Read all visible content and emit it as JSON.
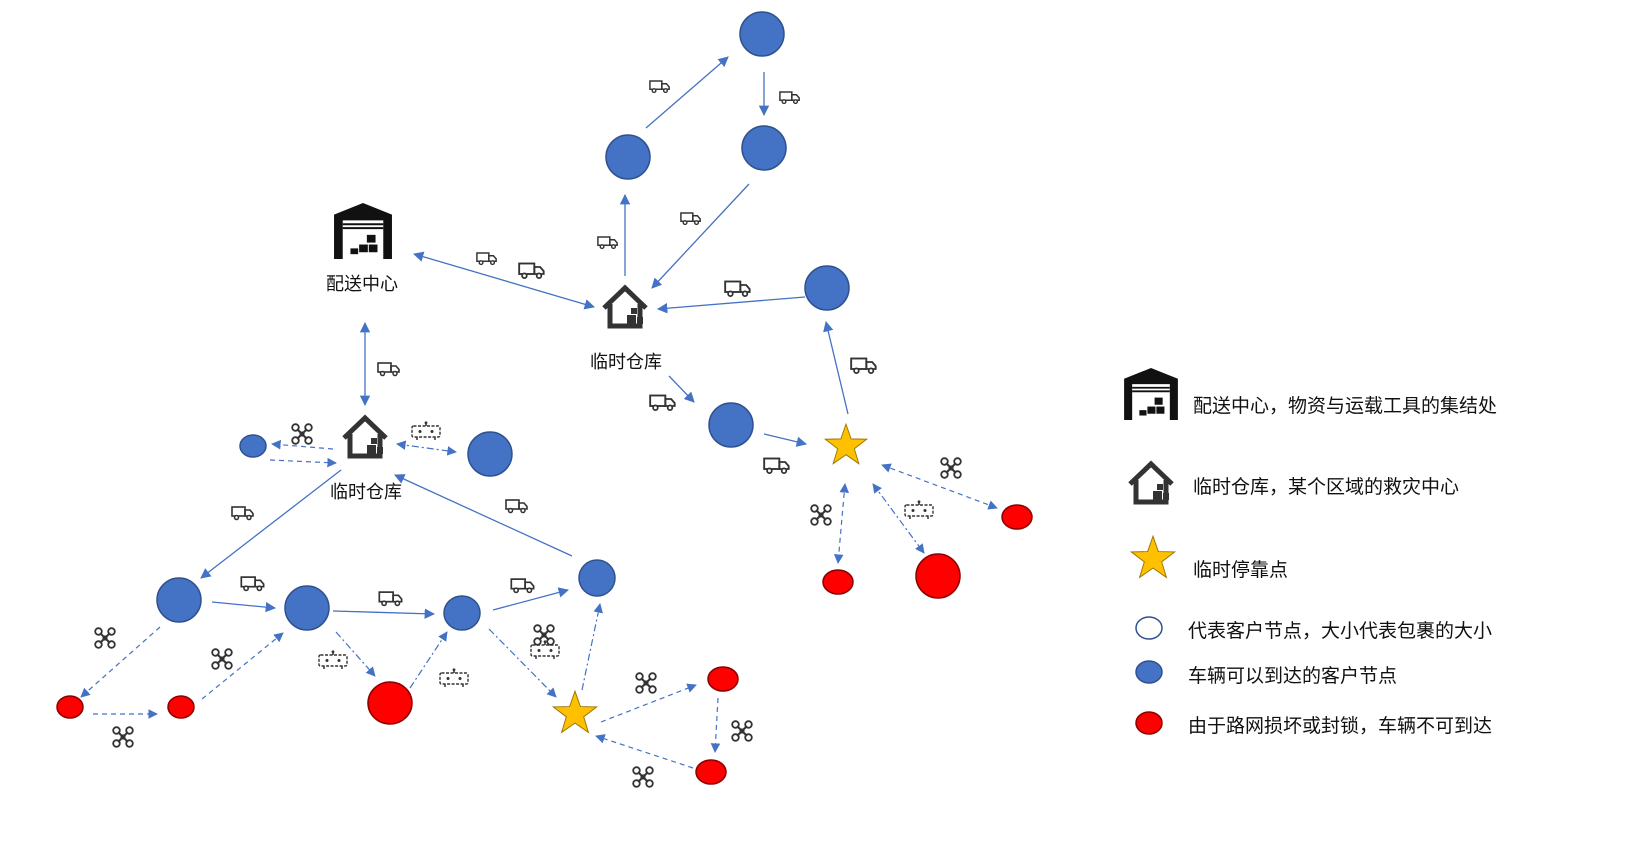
{
  "labels": {
    "distribution_center": "配送中心",
    "temp_warehouse": "临时仓库"
  },
  "legend": {
    "dc": "配送中心，物资与运载工具的集结处",
    "wh": "临时仓库，某个区域的救灾中心",
    "stop": "临时停靠点",
    "customer": "代表客户节点，大小代表包裹的大小",
    "reachable": "车辆可以到达的客户节点",
    "unreachable": "由于路网损坏或封锁，车辆不可到达"
  },
  "colors": {
    "reachable": "#4472C4",
    "unreachable": "#FF0000",
    "edge": "#4472C4",
    "star": "#FFC000",
    "icon": "#333333"
  }
}
